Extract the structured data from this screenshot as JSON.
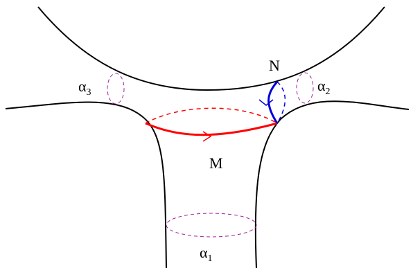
{
  "diagram": {
    "labels": {
      "N": "N",
      "M": "M",
      "alpha_symbol": "α",
      "alpha1_sub": "1",
      "alpha2_sub": "2",
      "alpha3_sub": "3"
    },
    "colors": {
      "outline": "#000000",
      "curve_M": "#ff0000",
      "curve_N": "#0000dd",
      "boundary_circles": "#a020a0",
      "background": "#ffffff"
    }
  }
}
